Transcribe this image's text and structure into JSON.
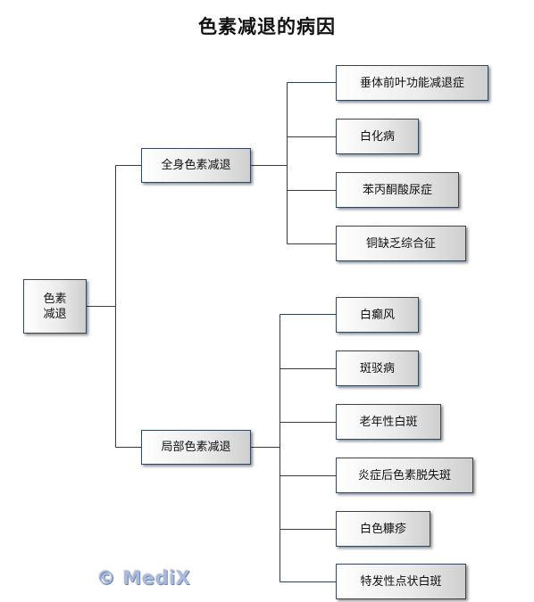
{
  "title": "色素减退的病因",
  "root": {
    "line1": "色素",
    "line2": "减退"
  },
  "groups": [
    {
      "label": "全身色素减退",
      "children": [
        "垂体前叶功能减退症",
        "白化病",
        "苯丙酮酸尿症",
        "铜缺乏综合征"
      ]
    },
    {
      "label": "局部色素减退",
      "children": [
        "白癫风",
        "斑驳病",
        "老年性白斑",
        "炎症后色素脱失斑",
        "白色糠疹",
        "特发性点状白斑"
      ]
    }
  ],
  "watermark": "© MediX",
  "colors": {
    "line": "#2b3f55",
    "border": "#33475e"
  }
}
